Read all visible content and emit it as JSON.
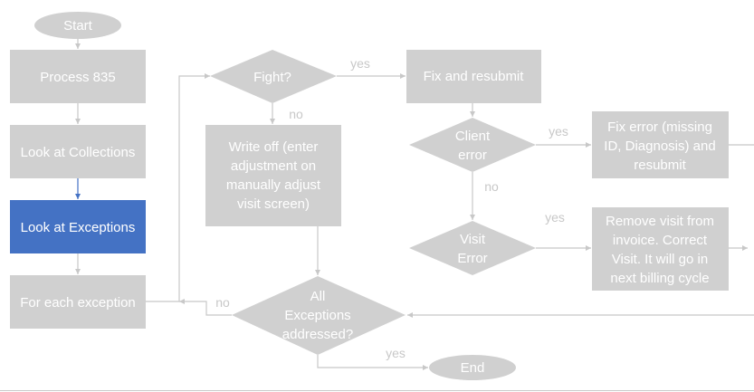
{
  "nodes": {
    "start": "Start",
    "process_835": "Process 835",
    "look_collections": "Look at Collections",
    "look_exceptions": "Look at Exceptions",
    "for_each": "For each exception",
    "fight": "Fight?",
    "write_off": [
      "Write off (enter",
      "adjustment on",
      "manually adjust",
      "visit screen)"
    ],
    "all_exceptions": [
      "All",
      "Exceptions",
      "addressed?"
    ],
    "end": "End",
    "fix_resubmit": "Fix and resubmit",
    "client_error": [
      "Client",
      "error"
    ],
    "fix_error": [
      "Fix error (missing",
      "ID, Diagnosis) and",
      "resubmit"
    ],
    "visit_error": [
      "Visit",
      "Error"
    ],
    "remove_visit": [
      "Remove visit from",
      "invoice. Correct",
      "Visit. It will go in",
      "next billing cycle"
    ]
  },
  "edge_labels": {
    "fight_yes": "yes",
    "fight_no": "no",
    "client_yes": "yes",
    "client_no": "no",
    "visit_yes": "yes",
    "all_no": "no",
    "all_yes": "yes"
  },
  "colors": {
    "box_fill": "#d0d0d0",
    "highlight_fill": "#4472c4",
    "text": "#ffffff",
    "connector": "#c8c8c8",
    "highlight_connector": "#4472c4",
    "edge_label": "#c8c8c8"
  }
}
